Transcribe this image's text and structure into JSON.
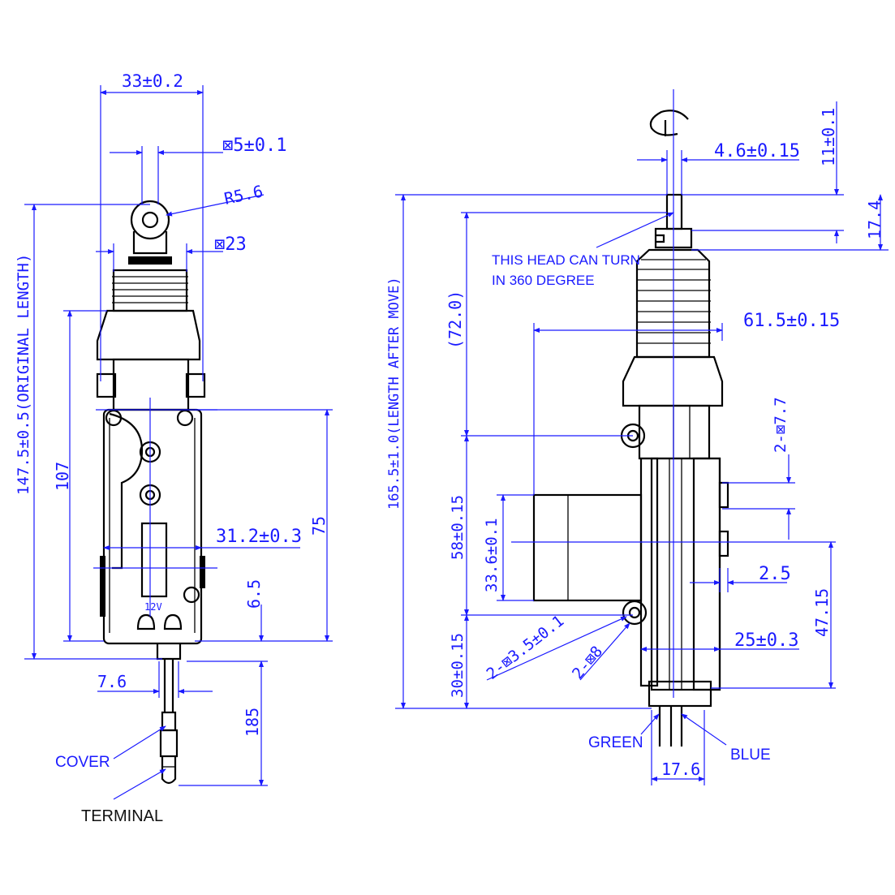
{
  "colors": {
    "dimension": "#1a1aff",
    "outline": "#000000",
    "background": "#ffffff"
  },
  "left_view": {
    "width_dim": "33±0.2",
    "slot_dim": "⊠5±0.1",
    "radius_dim": "R5.6",
    "boot_dim": "⊠23",
    "original_length": "147.5±0.5(ORIGINAL LENGTH)",
    "body_height": "107",
    "mount_height": "75",
    "inner_width": "31.2±0.3",
    "bottom_offset": "6.5",
    "voltage_mark": "12V",
    "wire_width": "7.6",
    "wire_length": "185",
    "cover_label": "COVER",
    "terminal_label": "TERMINAL"
  },
  "right_view": {
    "rod_dim": "4.6±0.15",
    "head_dim": "11±0.1",
    "head_len": "17.4",
    "turn_note_line1": "THIS HEAD CAN TURN",
    "turn_note_line2": "IN 360 DEGREE",
    "length_after_move": "165.5±1.0(LENGTH AFTER MOVE)",
    "stroke_ref": "(72.0)",
    "motor_width": "61.5±0.15",
    "hole_top": "2-⊠7.7",
    "pitch_58": "58±0.15",
    "motor_dia": "33.6±0.1",
    "offset_25": "2.5",
    "height_47": "47.15",
    "hole_small": "2-⊠3.5±0.1",
    "hole_8": "2-⊠8",
    "base_25": "25±0.3",
    "base_30": "30±0.15",
    "wire_green": "GREEN",
    "wire_blue": "BLUE",
    "wire_width": "17.6"
  }
}
